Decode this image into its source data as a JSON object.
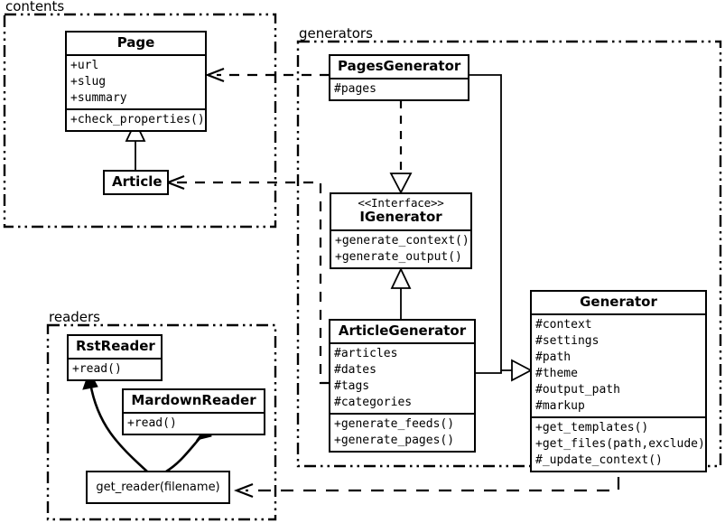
{
  "diagram": {
    "title": "UML class diagram",
    "stroke_color": "#000000",
    "background_color": "#ffffff"
  },
  "packages": [
    {
      "id": "contents",
      "label": "contents"
    },
    {
      "id": "generators",
      "label": "generators"
    },
    {
      "id": "readers",
      "label": "readers"
    }
  ],
  "classes": [
    {
      "id": "page",
      "name": "Page",
      "stereotype": "",
      "attributes": [
        "+url",
        "+slug",
        "+summary"
      ],
      "operations": [
        "+check_properties()"
      ]
    },
    {
      "id": "article",
      "name": "Article",
      "stereotype": "",
      "attributes": [],
      "operations": []
    },
    {
      "id": "pages_generator",
      "name": "PagesGenerator",
      "stereotype": "",
      "attributes": [
        "#pages"
      ],
      "operations": []
    },
    {
      "id": "igenerator",
      "name": "IGenerator",
      "stereotype": "<<Interface>>",
      "attributes": [],
      "operations": [
        "+generate_context()",
        "+generate_output()"
      ]
    },
    {
      "id": "article_generator",
      "name": "ArticleGenerator",
      "stereotype": "",
      "attributes": [
        "#articles",
        "#dates",
        "#tags",
        "#categories"
      ],
      "operations": [
        "+generate_feeds()",
        "+generate_pages()"
      ]
    },
    {
      "id": "generator",
      "name": "Generator",
      "stereotype": "",
      "attributes": [
        "#context",
        "#settings",
        "#path",
        "#theme",
        "#output_path",
        "#markup"
      ],
      "operations": [
        "+get_templates()",
        "+get_files(path,exclude)",
        "#_update_context()"
      ]
    },
    {
      "id": "rst_reader",
      "name": "RstReader",
      "stereotype": "",
      "attributes": [],
      "operations": [
        "+read()"
      ]
    },
    {
      "id": "mardown_reader",
      "name": "MardownReader",
      "stereotype": "",
      "attributes": [],
      "operations": [
        "+read()"
      ]
    }
  ],
  "functions": [
    {
      "id": "get_reader",
      "label": "get_reader(filename)"
    }
  ],
  "relations": [
    {
      "id": "article-extends-page",
      "type": "generalization",
      "from": "article",
      "to": "page"
    },
    {
      "id": "pagesgen-realizes-igenerator",
      "type": "realization",
      "from": "pages_generator",
      "to": "igenerator"
    },
    {
      "id": "articlegen-realizes-igenerator",
      "type": "generalization",
      "from": "article_generator",
      "to": "igenerator"
    },
    {
      "id": "pagesgen-extends-generator",
      "type": "generalization",
      "from": "pages_generator",
      "to": "generator"
    },
    {
      "id": "articlegen-extends-generator",
      "type": "generalization",
      "from": "article_generator",
      "to": "generator"
    },
    {
      "id": "pagesgen-uses-page",
      "type": "dependency",
      "from": "pages_generator",
      "to": "page"
    },
    {
      "id": "articlegen-uses-article",
      "type": "dependency",
      "from": "article_generator",
      "to": "article"
    },
    {
      "id": "generator-uses-get-reader",
      "type": "dependency",
      "from": "generator",
      "to": "get_reader"
    },
    {
      "id": "get-reader-creates-rst",
      "type": "curved-arrow",
      "from": "get_reader",
      "to": "rst_reader"
    },
    {
      "id": "get-reader-creates-mardown",
      "type": "curved-arrow",
      "from": "get_reader",
      "to": "mardown_reader"
    }
  ]
}
